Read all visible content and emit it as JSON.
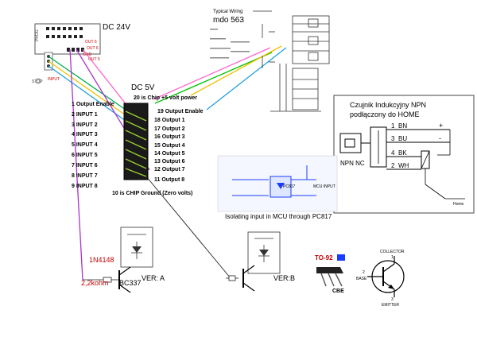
{
  "power_labels": {
    "dc24": "DC 24V",
    "dc5": "DC 5V"
  },
  "controller": {
    "out_labels": [
      "OUT 6",
      "OUT 6",
      "OUT 5",
      "GND"
    ],
    "side_labels": [
      "PROG",
      "STOP",
      "INPUT"
    ]
  },
  "chip": {
    "pin20": "20 is Chip +5 volt power",
    "pin10": "10 is CHIP Ground (Zero volts)",
    "left_pins": [
      "1 Output Enable",
      "2 INPUT 1",
      "3 INPUT 2",
      "4 INPUT 3",
      "5 INPUT 4",
      "6 INPUT 5",
      "7 INPUT 6",
      "8 INPUT 7",
      "9 INPUT 8"
    ],
    "right_pins": [
      "19 Output Enable",
      "18 Output 1",
      "17 Output 2",
      "16 Output 3",
      "15 Output 4",
      "14 Output 5",
      "13 Output 6",
      "12 Output 7",
      "11 Output 8"
    ]
  },
  "driver_box": {
    "title": "Typical Wiring",
    "model": "mdo 563"
  },
  "npn_box": {
    "title_line1": "Czujnik Indukcyjny NPN",
    "title_line2": "podłączony do HOME",
    "wires": [
      {
        "num": "1",
        "name": "BN",
        "sign": "+"
      },
      {
        "num": "3",
        "name": "BU",
        "sign": "-"
      },
      {
        "num": "4",
        "name": "BK",
        "sign": ""
      },
      {
        "num": "2",
        "name": "WH",
        "sign": ""
      }
    ],
    "sensor_label": "NPN NC",
    "home_label": "Home"
  },
  "isolation": {
    "caption": "Isolating input in MCU through PC817",
    "pc817": "PC817",
    "mcu": "MCU INPUT"
  },
  "ver_a": {
    "diode": "1N4148",
    "resistor": "2,2kohm",
    "transistor": "BC337",
    "label": "VER: A"
  },
  "ver_b": {
    "label": "VER:B"
  },
  "to92": {
    "package": "TO-92",
    "pins": "CBE"
  },
  "transistor_symbol": {
    "collector": "COLLECTOR",
    "base": "BASE",
    "emitter": "EMITTER",
    "n1": "1",
    "n2": "2",
    "n3": "3"
  }
}
